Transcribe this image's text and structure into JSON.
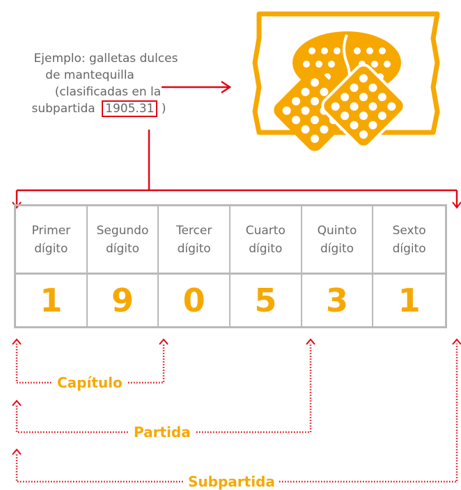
{
  "example": {
    "line1": "Ejemplo: galletas dulces",
    "line2": "de mantequilla",
    "line3": "(clasificadas en la",
    "line4_prefix": "subpartida",
    "code": "1905.31",
    "line4_suffix": ")"
  },
  "digits": [
    {
      "label1": "Primer",
      "label2": "dígito",
      "value": "1"
    },
    {
      "label1": "Segundo",
      "label2": "dígito",
      "value": "9"
    },
    {
      "label1": "Tercer",
      "label2": "dígito",
      "value": "0"
    },
    {
      "label1": "Cuarto",
      "label2": "dígito",
      "value": "5"
    },
    {
      "label1": "Quinto",
      "label2": "dígito",
      "value": "3"
    },
    {
      "label1": "Sexto",
      "label2": "dígito",
      "value": "1"
    }
  ],
  "groups": {
    "chapter": "Capítulo",
    "heading": "Partida",
    "subheading": "Subpartida"
  },
  "colors": {
    "accent_red": "#e30613",
    "accent_yellow": "#f7a800",
    "grid_gray": "#b9b9b9",
    "text_gray": "#666666"
  },
  "illustration": "package-of-butter-cookies-icon"
}
